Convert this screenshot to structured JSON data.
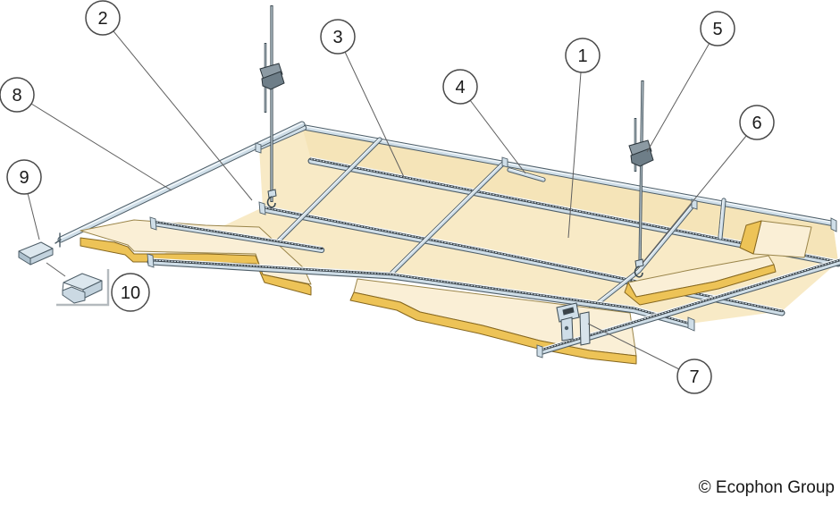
{
  "diagram": {
    "type": "technical-installation-diagram",
    "callouts": [
      {
        "label": "1"
      },
      {
        "label": "2"
      },
      {
        "label": "3"
      },
      {
        "label": "4"
      },
      {
        "label": "5"
      },
      {
        "label": "6"
      },
      {
        "label": "7"
      },
      {
        "label": "8"
      },
      {
        "label": "9"
      },
      {
        "label": "10"
      }
    ],
    "copyright": "© Ecophon Group",
    "colors": {
      "background": "#FFFFFF",
      "tile_face": "#F8EAC6",
      "tile_face_back_row": "#F5E4B8",
      "tile_face_front": "#FAEFD6",
      "tile_edge_yellow": "#EDC357",
      "tile_edge_outline": "#86671F",
      "profile_body": "#CFDEE8",
      "profile_highlight": "#F2F7FA",
      "profile_outline": "#4E5E68",
      "serration_dark": "#333B40",
      "rod_light": "#A8B6BE",
      "rod_dark": "#3C4A52",
      "clip_gray": "#7C8A94",
      "leader_line": "#5F5F5F",
      "callout_stroke": "#4A4A4A",
      "text": "#161616"
    }
  }
}
